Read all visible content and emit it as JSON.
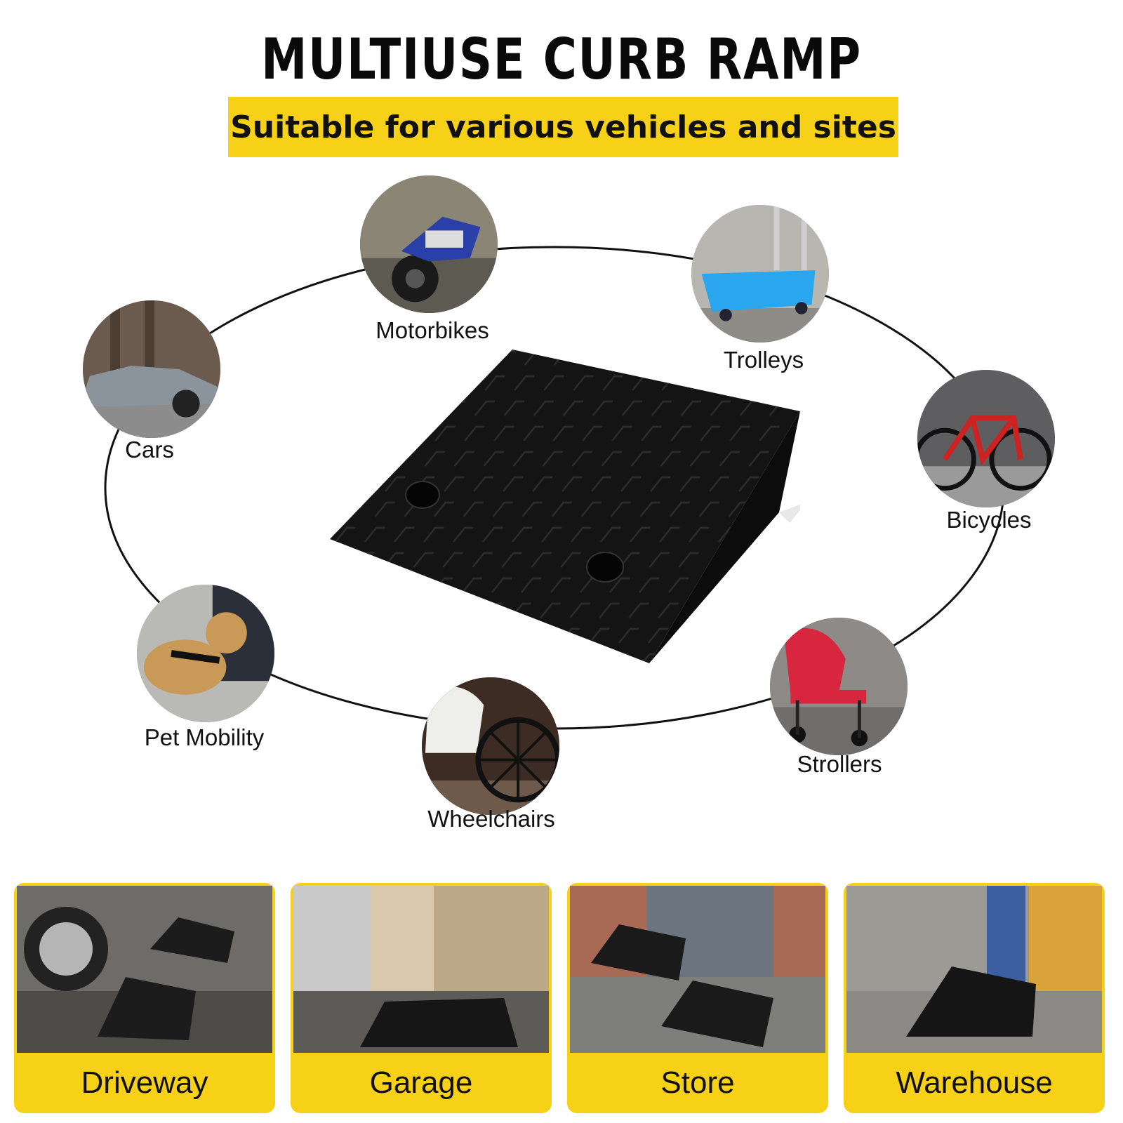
{
  "header": {
    "title": "MULTIUSE CURB RAMP",
    "subtitle": "Suitable for various vehicles and sites"
  },
  "uses": [
    {
      "label": "Motorbikes",
      "icon": "motorbike-photo"
    },
    {
      "label": "Trolleys",
      "icon": "trolley-photo"
    },
    {
      "label": "Cars",
      "icon": "car-photo"
    },
    {
      "label": "Bicycles",
      "icon": "bicycle-photo"
    },
    {
      "label": "Pet Mobility",
      "icon": "dog-photo"
    },
    {
      "label": "Strollers",
      "icon": "stroller-photo"
    },
    {
      "label": "Wheelchairs",
      "icon": "wheelchair-photo"
    }
  ],
  "sites": [
    {
      "label": "Driveway"
    },
    {
      "label": "Garage"
    },
    {
      "label": "Store"
    },
    {
      "label": "Warehouse"
    }
  ],
  "colors": {
    "accent_yellow": "#f7d117",
    "ramp_black": "#141414",
    "trolley_blue": "#2aa6ee",
    "motorbike_blue": "#2b3fa8",
    "stroller_red": "#d8263e"
  }
}
